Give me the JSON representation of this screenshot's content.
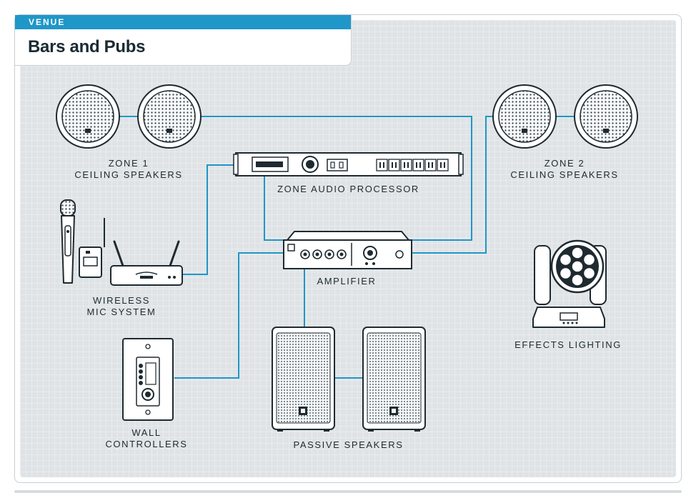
{
  "header": {
    "tag": "VENUE",
    "title": "Bars and Pubs"
  },
  "labels": {
    "zone1_line1": "ZONE 1",
    "zone1_line2": "CEILING SPEAKERS",
    "zone2_line1": "ZONE 2",
    "zone2_line2": "CEILING SPEAKERS",
    "processor": "ZONE AUDIO PROCESSOR",
    "amplifier": "AMPLIFIER",
    "mic_line1": "WIRELESS",
    "mic_line2": "MIC SYSTEM",
    "wall_line1": "WALL",
    "wall_line2": "CONTROLLERS",
    "passive": "PASSIVE SPEAKERS",
    "lighting": "EFFECTS LIGHTING"
  },
  "colors": {
    "accent": "#1f97c8",
    "ink": "#1e2a30",
    "panel": "#dfe3e6"
  }
}
